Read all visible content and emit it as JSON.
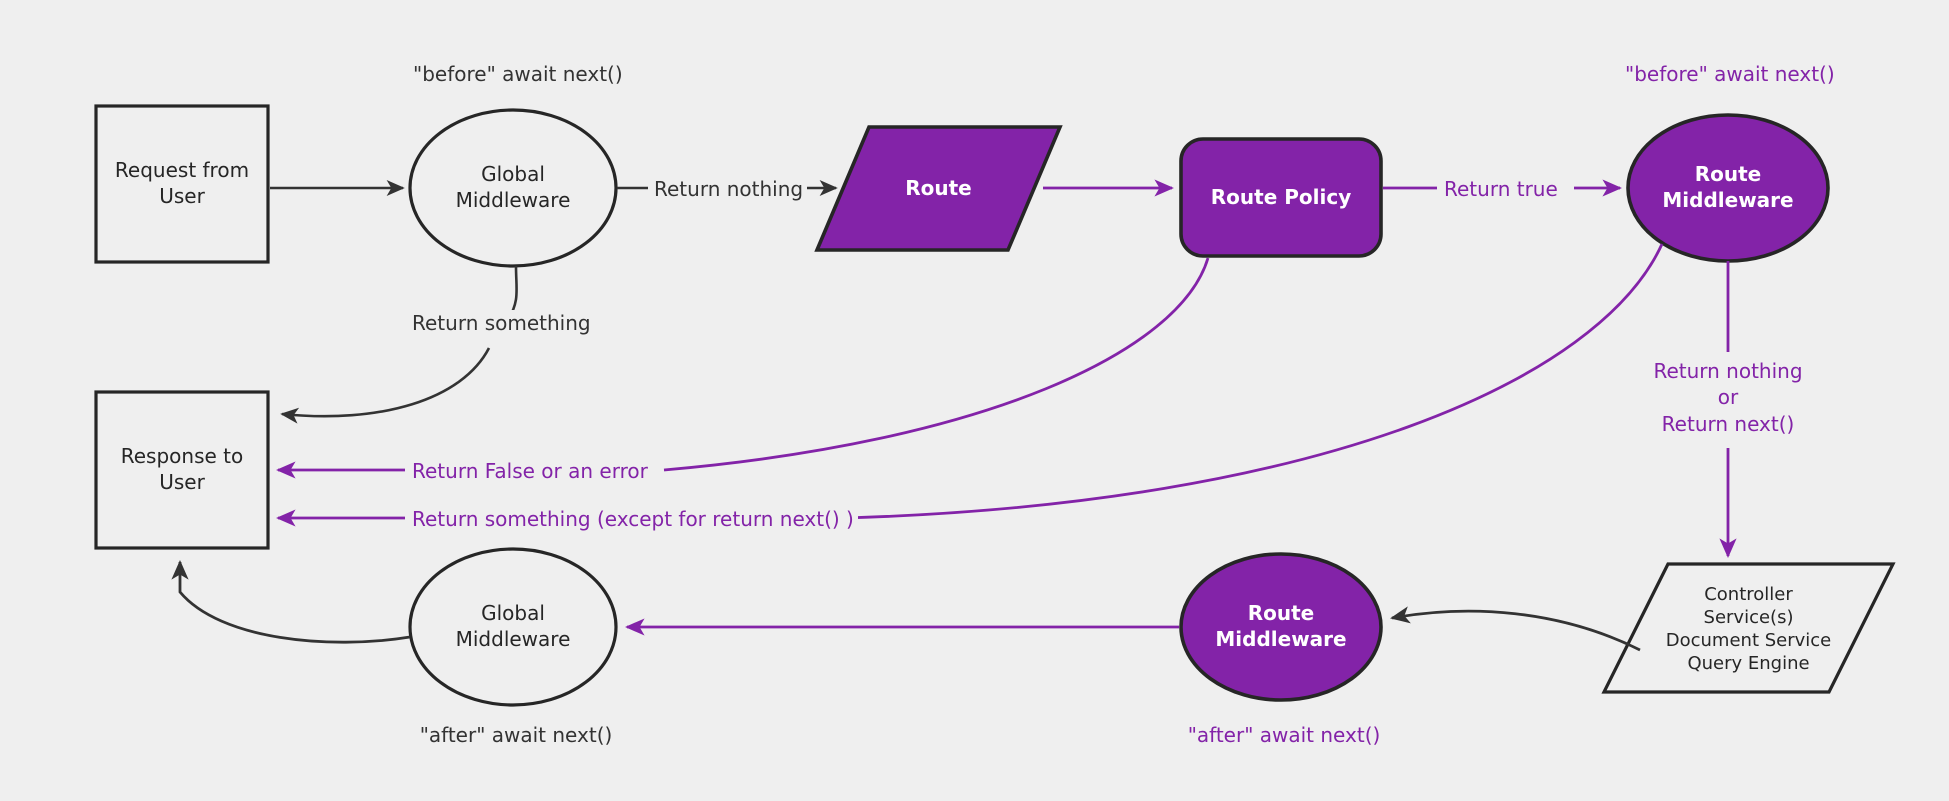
{
  "diagram": {
    "title": "Middleware request lifecycle flowchart",
    "background_color": "#efefef",
    "accent_purple": "#8323a8",
    "stroke_dark": "#262626",
    "text_dark": "#333333",
    "text_on_purple": "#ffffff"
  },
  "nodes": {
    "request_from_user": {
      "line1": "Request from",
      "line2": "User",
      "shape": "rectangle",
      "fill": "none",
      "text_color": "#262626"
    },
    "global_middleware_top": {
      "line1": "Global",
      "line2": "Middleware",
      "shape": "ellipse",
      "fill": "none",
      "text_color": "#262626"
    },
    "route": {
      "line1": "Route",
      "shape": "parallelogram",
      "fill": "#8323a8",
      "text_color": "#ffffff"
    },
    "route_policy": {
      "line1": "Route Policy",
      "shape": "rounded-rectangle",
      "fill": "#8323a8",
      "text_color": "#ffffff"
    },
    "route_middleware_top": {
      "line1": "Route",
      "line2": "Middleware",
      "shape": "ellipse",
      "fill": "#8323a8",
      "text_color": "#ffffff"
    },
    "controller_services": {
      "line1": "Controller",
      "line2": "Service(s)",
      "line3": "Document Service",
      "line4": "Query Engine",
      "shape": "parallelogram",
      "fill": "none",
      "text_color": "#262626"
    },
    "route_middleware_bottom": {
      "line1": "Route",
      "line2": "Middleware",
      "shape": "ellipse",
      "fill": "#8323a8",
      "text_color": "#ffffff"
    },
    "global_middleware_bottom": {
      "line1": "Global",
      "line2": "Middleware",
      "shape": "ellipse",
      "fill": "none",
      "text_color": "#262626"
    },
    "response_to_user": {
      "line1": "Response to",
      "line2": "User",
      "shape": "rectangle",
      "fill": "none",
      "text_color": "#262626"
    }
  },
  "annotations": {
    "before_await_next_global": {
      "text": "\"before\" await next()",
      "color": "dark"
    },
    "before_await_next_route": {
      "text": "\"before\" await next()",
      "color": "purple"
    },
    "after_await_next_global": {
      "text": "\"after\" await next()",
      "color": "dark"
    },
    "after_await_next_route": {
      "text": "\"after\" await next()",
      "color": "purple"
    }
  },
  "edge_labels": {
    "return_nothing": {
      "text": "Return nothing",
      "color": "dark"
    },
    "return_something": {
      "text": "Return something",
      "color": "dark"
    },
    "return_true": {
      "text": "Return true",
      "color": "purple"
    },
    "return_false_or_error": {
      "text": "Return False or an error",
      "color": "purple"
    },
    "return_something_except_next": {
      "text": "Return something (except for return next() )",
      "color": "purple"
    },
    "return_nothing_or_next_l1": {
      "text": "Return nothing",
      "color": "purple"
    },
    "return_nothing_or_next_l2": {
      "text": "or",
      "color": "purple"
    },
    "return_nothing_or_next_l3": {
      "text": "Return next()",
      "color": "purple"
    }
  }
}
